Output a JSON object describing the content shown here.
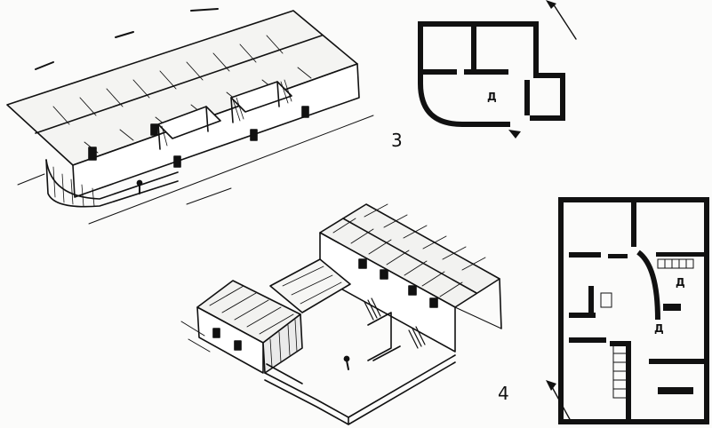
{
  "figures": [
    {
      "number": "3",
      "room_labels": [
        "Д"
      ]
    },
    {
      "number": "4",
      "room_labels": [
        "Д",
        "Д"
      ]
    }
  ],
  "colors": {
    "ink": "#111111",
    "paper": "#fbfbfa"
  },
  "icons": [
    "north-arrow-icon",
    "entrance-marker-icon"
  ]
}
